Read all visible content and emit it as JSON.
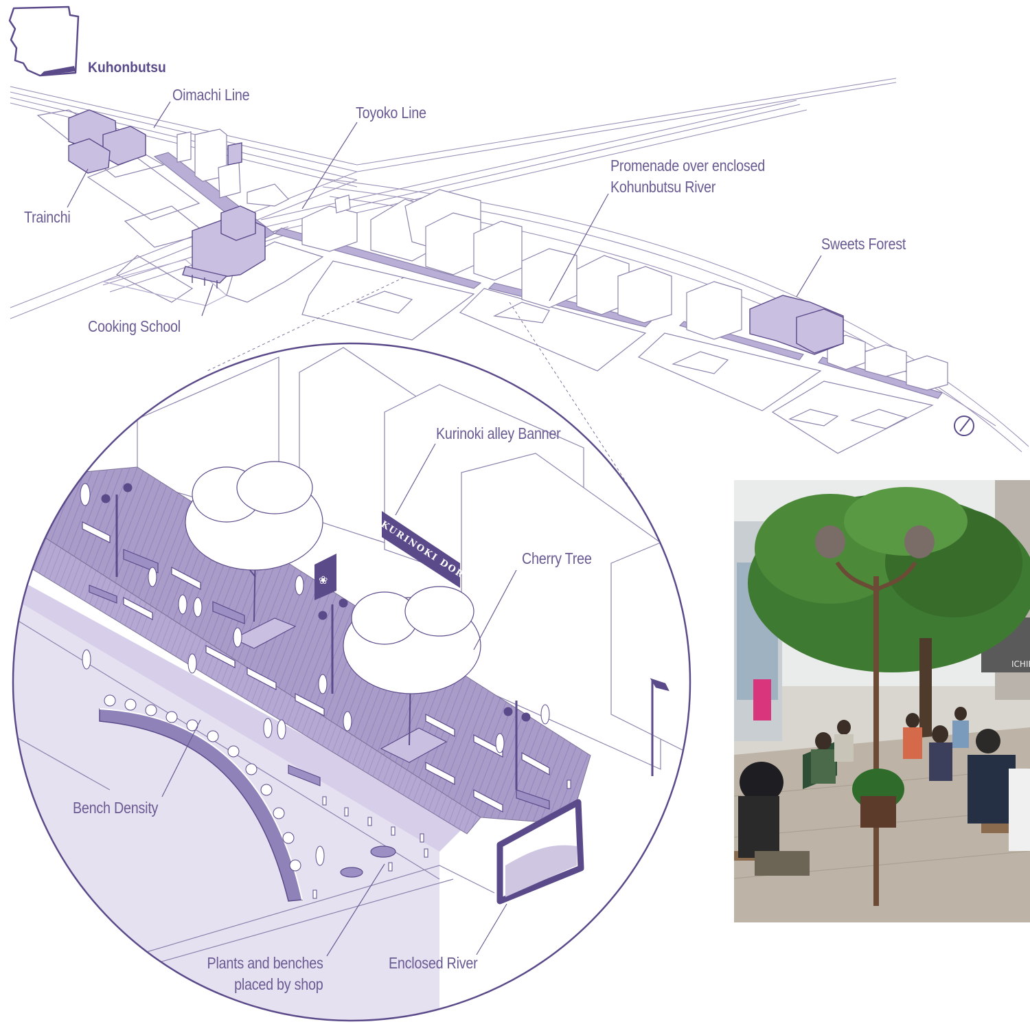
{
  "map": {
    "district": "Kuhonbutsu"
  },
  "labels": {
    "oimachi_line": "Oimachi Line",
    "toyoko_line": "Toyoko Line",
    "promenade_l1": "Promenade over enclosed",
    "promenade_l2": "Kohunbutsu River",
    "trainchi": "Trainchi",
    "sweets_forest": "Sweets Forest",
    "cooking_school": "Cooking School",
    "kurinoki_banner": "Kurinoki alley Banner",
    "cherry_tree": "Cherry Tree",
    "bench_density": "Bench Density",
    "plants_l1": "Plants and benches",
    "plants_l2": "placed by shop",
    "enclosed_river": "Enclosed River"
  },
  "banner": {
    "word1": "KURINOKI",
    "word2": "DORI"
  },
  "photo": {
    "storefront_sign": "ICHIE"
  },
  "colors": {
    "accent": "#5b4a8a",
    "light_fill": "#cfc7e2",
    "paving": "#a99cc9",
    "line": "#8c82ad"
  }
}
